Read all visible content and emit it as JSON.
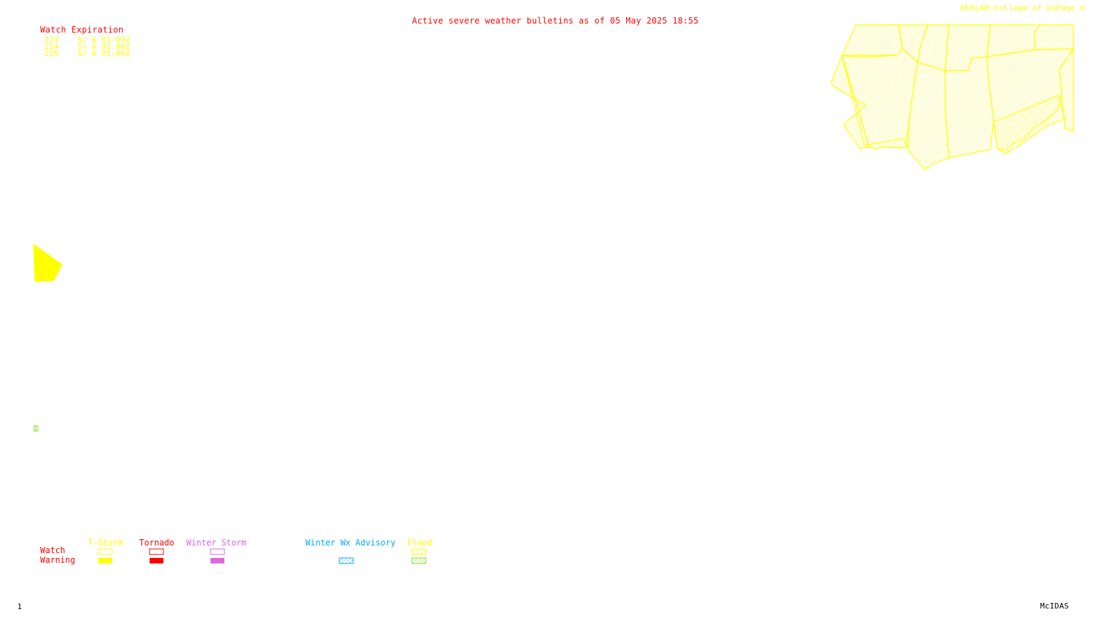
{
  "header": {
    "title": "Active severe weather bulletins as of 05 May 2025 18:55",
    "credit": "NEXLAB-College of DuPage ®",
    "title_color": "#ff0000",
    "credit_color": "#ffff00"
  },
  "watch_list": {
    "heading": "Watch Expiration",
    "rows": [
      {
        "id": "223",
        "expires": "5/ 6 01:00Z"
      },
      {
        "id": "224",
        "expires": "5/ 6 01:00Z"
      },
      {
        "id": "225",
        "expires": "5/ 6 01:00Z"
      }
    ]
  },
  "map": {
    "flood_marker_label": "2",
    "colors": {
      "tstorm": "#ffff00",
      "tornado": "#ff0000",
      "winter_storm": "#dd66dd",
      "winter_adv": "#00aaff",
      "flood": "#88dd22"
    }
  },
  "legend": {
    "row_watch": "Watch",
    "row_warning": "Warning",
    "categories": [
      {
        "key": "tstorm",
        "label": "T-Storm"
      },
      {
        "key": "tornado",
        "label": "Tornado"
      },
      {
        "key": "winter_storm",
        "label": "Winter Storm"
      },
      {
        "key": "winter_adv",
        "label": "Winter Wx Advisory"
      },
      {
        "key": "flood",
        "label": "Flood"
      }
    ]
  },
  "footer": {
    "frame_number": "1",
    "software": "McIDAS"
  }
}
